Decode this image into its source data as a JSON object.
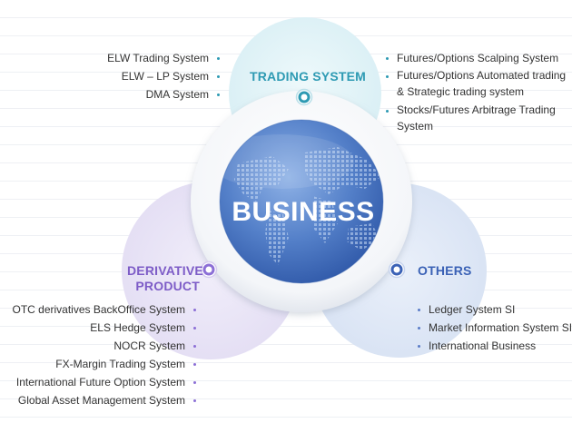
{
  "center": {
    "title": "BUSINESS"
  },
  "sections": {
    "trading": {
      "title": "TRADING SYSTEM",
      "left_items": [
        "ELW Trading System",
        "ELW – LP System",
        "DMA System"
      ],
      "right_items": [
        "Futures/Options Scalping System",
        "Futures/Options Automated trading & Strategic trading system",
        "Stocks/Futures Arbitrage Trading System"
      ]
    },
    "derivative": {
      "title_line1": "DERIVATIVE",
      "title_line2": "PRODUCT",
      "items": [
        "OTC derivatives BackOffice System",
        "ELS Hedge System",
        "NOCR System",
        "FX-Margin Trading System",
        "International Future Option System",
        "Global Asset Management System"
      ]
    },
    "others": {
      "title": "OTHERS",
      "items": [
        "Ledger System SI",
        "Market Information System SI",
        "International Business"
      ]
    }
  },
  "colors": {
    "trading": "#2d9ab3",
    "derivative": "#7d5cc7",
    "others": "#3b62b6",
    "center_globe": "#4f78c4"
  }
}
